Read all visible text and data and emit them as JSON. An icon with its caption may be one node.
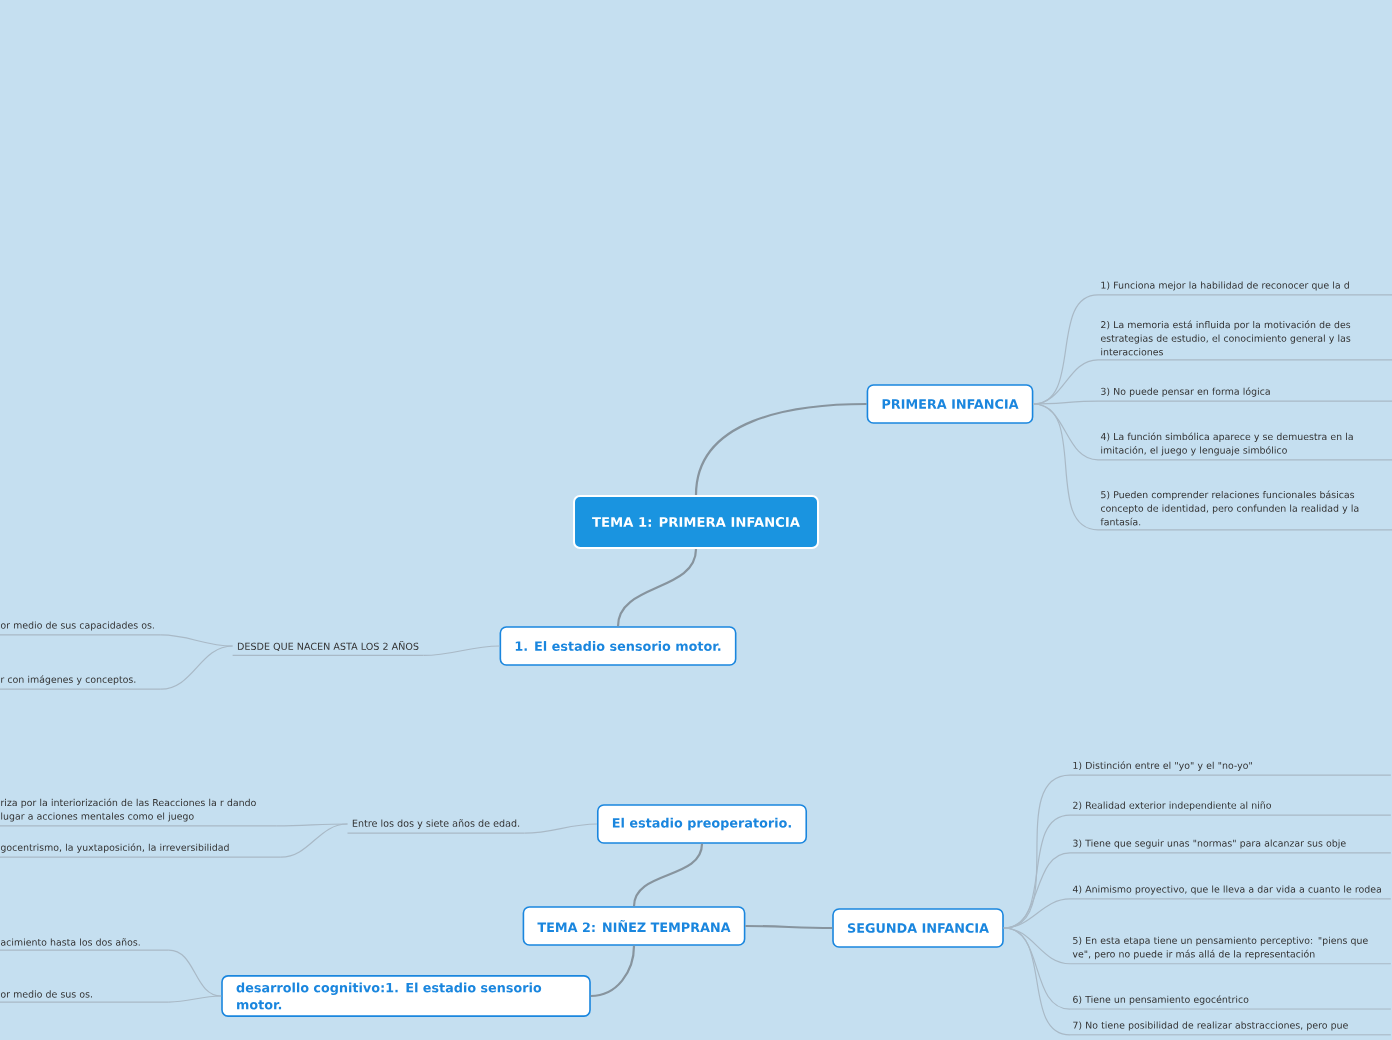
{
  "diagram": {
    "nodes": [
      {
        "text": [
          "TEMA 1: PRIMERA INFANCIA"
        ]
      },
      {
        "text": [
          "PRIMERA INFANCIA"
        ]
      },
      {
        "text": [
          "1) Funciona mejor la habilidad de reconocer que la d"
        ]
      },
      {
        "text": [
          "2) La memoria está influida por la motivación de des estrategias de estudio, el conocimiento general y las interacciones"
        ]
      },
      {
        "text": [
          "3) No puede pensar en forma lógica"
        ]
      },
      {
        "text": [
          "4) La función simbólica aparece y se demuestra en la imitación, el juego y lenguaje simbólico"
        ]
      },
      {
        "text": [
          "5) Pueden comprender relaciones funcionales básicas concepto de identidad, pero confunden la realidad y la fantasía."
        ]
      },
      {
        "text": [
          "1. El estadio sensorio motor."
        ]
      },
      {
        "text": [
          "DESDE QUE NACEN ASTA LOS 2 AÑOS"
        ]
      },
      {
        "text": [
          "or medio de sus capacidades os."
        ]
      },
      {
        "text": [
          "r con imágenes y conceptos."
        ]
      },
      {
        "text": [
          "El estadio preoperatorio."
        ]
      },
      {
        "text": [
          "Entre los dos y siete años de edad."
        ]
      },
      {
        "text": [
          "riza por la interiorización de las Reacciones la r dando lugar a acciones mentales como el juego"
        ]
      },
      {
        "text": [
          "gocentrismo, la yuxtaposición, la irreversibilidad"
        ]
      },
      {
        "text": [
          "TEMA 2: NIÑEZ TEMPRANA"
        ]
      },
      {
        "text": [
          "SEGUNDA INFANCIA"
        ]
      },
      {
        "text": [
          "1) Distinción entre el \"yo\" y el \"no-yo\""
        ]
      },
      {
        "text": [
          "2) Realidad exterior independiente al niño"
        ]
      },
      {
        "text": [
          "3) Tiene que seguir unas \"normas\" para alcanzar sus obje"
        ]
      },
      {
        "text": [
          "4) Animismo proyectivo, que le lleva a dar vida a cuanto le rodea"
        ]
      },
      {
        "text": [
          "5) En esta etapa tiene un pensamiento perceptivo: \"piens que ve\", pero no puede ir más allá de la representación"
        ]
      },
      {
        "text": [
          "6) Tiene un pensamiento egocéntrico"
        ]
      },
      {
        "text": [
          "7) No tiene posibilidad de realizar abstracciones, pero pue"
        ]
      },
      {
        "text": [
          "desarrollo cognitivo:1. El estadio sensorio motor."
        ]
      },
      {
        "text": [
          "acimiento hasta los dos años."
        ]
      },
      {
        "text": [
          "or medio de sus os."
        ]
      }
    ],
    "edges": [
      {
        "from": 0,
        "to": 1,
        "arrow": "none"
      },
      {
        "from": 1,
        "to": 2,
        "arrow": "none"
      },
      {
        "from": 1,
        "to": 3,
        "arrow": "none"
      },
      {
        "from": 1,
        "to": 4,
        "arrow": "none"
      },
      {
        "from": 1,
        "to": 5,
        "arrow": "none"
      },
      {
        "from": 1,
        "to": 6,
        "arrow": "none"
      },
      {
        "from": 0,
        "to": 7,
        "arrow": "none"
      },
      {
        "from": 7,
        "to": 8,
        "arrow": "none"
      },
      {
        "from": 8,
        "to": 9,
        "arrow": "none"
      },
      {
        "from": 8,
        "to": 10,
        "arrow": "none"
      },
      {
        "from": 15,
        "to": 11,
        "arrow": "none"
      },
      {
        "from": 11,
        "to": 12,
        "arrow": "none"
      },
      {
        "from": 12,
        "to": 13,
        "arrow": "none"
      },
      {
        "from": 12,
        "to": 14,
        "arrow": "none"
      },
      {
        "from": 15,
        "to": 16,
        "arrow": "none"
      },
      {
        "from": 16,
        "to": 17,
        "arrow": "none"
      },
      {
        "from": 16,
        "to": 18,
        "arrow": "none"
      },
      {
        "from": 16,
        "to": 19,
        "arrow": "none"
      },
      {
        "from": 16,
        "to": 20,
        "arrow": "none"
      },
      {
        "from": 16,
        "to": 21,
        "arrow": "none"
      },
      {
        "from": 16,
        "to": 22,
        "arrow": "none"
      },
      {
        "from": 16,
        "to": 23,
        "arrow": "none"
      },
      {
        "from": 15,
        "to": 24,
        "arrow": "none"
      },
      {
        "from": 24,
        "to": 25,
        "arrow": "none"
      },
      {
        "from": 24,
        "to": 26,
        "arrow": "none"
      }
    ]
  }
}
